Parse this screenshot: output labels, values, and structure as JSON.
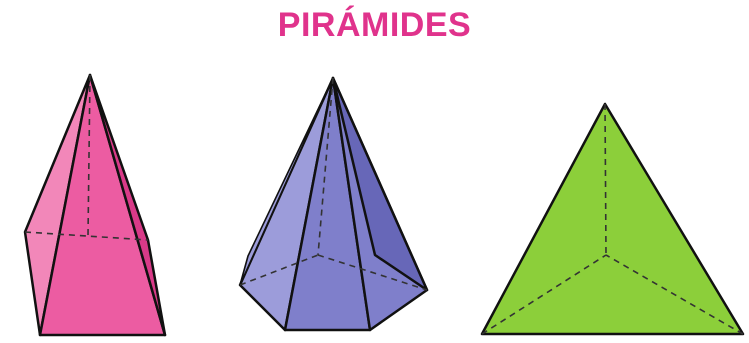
{
  "title": "PIRÁMIDES",
  "colors": {
    "title": "#E0338C",
    "pyramid_1": "#EC5CA2",
    "pyramid_1_light": "#F287B9",
    "pyramid_1_dark": "#D93A88",
    "pyramid_2": "#7F7FCB",
    "pyramid_2_light": "#9C9CDA",
    "pyramid_2_dark": "#6767B8",
    "pyramid_3": "#8CCF3A",
    "pyramid_3_dark": "#7BBF2C"
  },
  "pyramids": [
    {
      "name": "pentagonal-pyramid",
      "color_key": "pyramid_1"
    },
    {
      "name": "hexagonal-pyramid",
      "color_key": "pyramid_2"
    },
    {
      "name": "triangular-pyramid",
      "color_key": "pyramid_3"
    }
  ]
}
